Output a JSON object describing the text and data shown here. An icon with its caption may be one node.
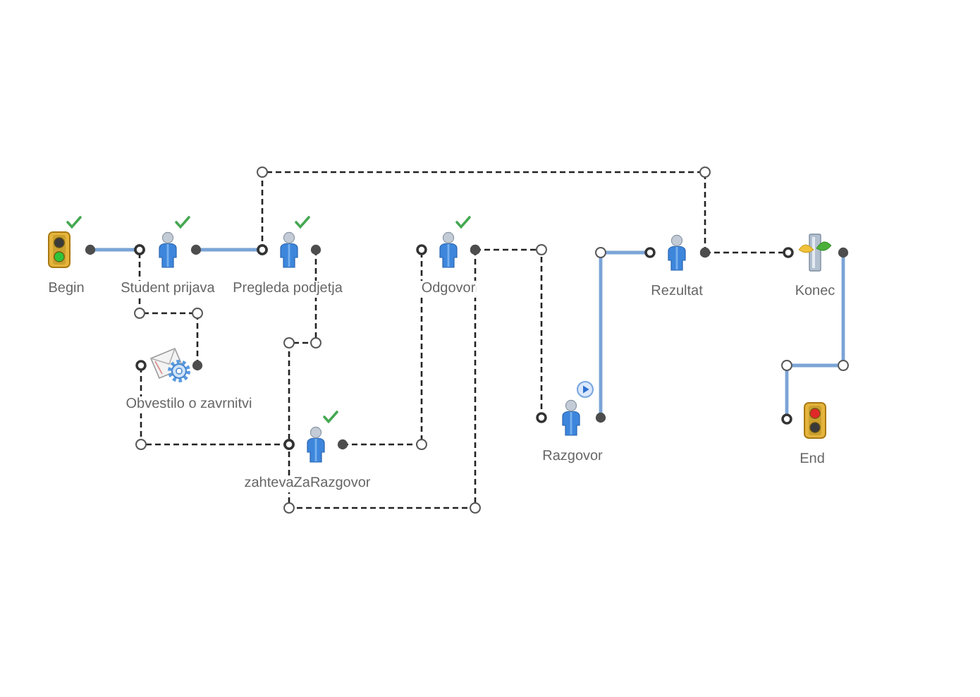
{
  "diagram": {
    "nodes": [
      {
        "text": [
          "Begin"
        ]
      },
      {
        "text": [
          "Student prijava"
        ]
      },
      {
        "text": [
          "Pregleda podjetja"
        ]
      },
      {
        "text": [
          "Odgovor"
        ]
      },
      {
        "text": [
          "Rezultat"
        ]
      },
      {
        "text": [
          "Konec"
        ]
      },
      {
        "text": [
          "Obvestilo o zavrnitvi"
        ]
      },
      {
        "text": [
          "Razgovor"
        ]
      },
      {
        "text": [
          "End"
        ]
      },
      {
        "text": [
          "zahtevaZaRazgovor"
        ]
      }
    ],
    "edges": [
      {
        "from": 0,
        "to": 1,
        "arrow": "other",
        "color": "#7ba4d6"
      },
      {
        "from": 1,
        "to": 2,
        "arrow": "other",
        "color": "#7ba4d6"
      },
      {
        "from": 2,
        "to": 9,
        "arrow": "other",
        "style": "dashed"
      },
      {
        "from": 9,
        "to": 6,
        "arrow": "other",
        "style": "dashed"
      },
      {
        "from": 6,
        "to": 1,
        "arrow": "other",
        "style": "dashed"
      },
      {
        "from": 9,
        "to": 3,
        "arrow": "other",
        "style": "dashed"
      },
      {
        "from": 3,
        "to": 9,
        "arrow": "other",
        "style": "dashed"
      },
      {
        "from": 3,
        "to": 7,
        "arrow": "other",
        "style": "dashed"
      },
      {
        "from": 7,
        "to": 4,
        "arrow": "other",
        "color": "#7ba4d6"
      },
      {
        "from": 4,
        "to": 5,
        "arrow": "other",
        "style": "dashed"
      },
      {
        "from": 4,
        "to": 2,
        "arrow": "other",
        "style": "dashed"
      },
      {
        "from": 5,
        "to": 8,
        "arrow": "other",
        "color": "#7ba4d6"
      }
    ]
  }
}
